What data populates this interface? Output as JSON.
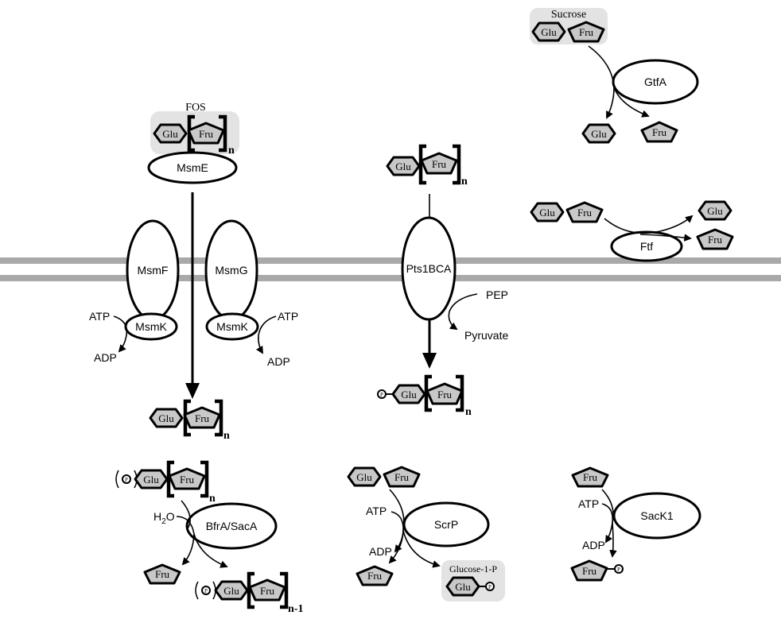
{
  "membrane": {
    "color": "#a9a9a9"
  },
  "colors": {
    "sugar_fill": "#c8c8c8",
    "highlight_bg": "#e3e3e3",
    "line": "#000000"
  },
  "sugars": {
    "glucose": "Glu",
    "fructose": "Fru",
    "phosphate": "P"
  },
  "labels": {
    "sucrose": "Sucrose",
    "fos": "FOS",
    "glucose_1_p": "Glucose-1-P",
    "n": "n",
    "n_minus_1": "n-1",
    "water": "H",
    "water_sub": "2",
    "water_end": "O"
  },
  "proteins": {
    "gtfa": "GtfA",
    "msme": "MsmE",
    "msmf": "MsmF",
    "msmg": "MsmG",
    "msmk_left": "MsmK",
    "msmk_right": "MsmK",
    "pts": "Pts1BCA",
    "ftf": "Ftf",
    "bfra": "BfrA/SacA",
    "scrp": "ScrP",
    "sack1": "SacK1"
  },
  "metabolites": {
    "atp_left": "ATP",
    "adp_left": "ADP",
    "atp_right": "ATP",
    "adp_right": "ADP",
    "pep": "PEP",
    "pyruvate": "Pyruvate",
    "atp_scrp": "ATP",
    "adp_scrp": "ADP",
    "atp_sack": "ATP",
    "adp_sack": "ADP"
  }
}
